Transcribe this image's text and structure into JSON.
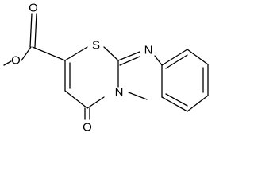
{
  "structure": {
    "atoms": {
      "ester_oxygen": "O",
      "carbonyl_oxygen": "O",
      "ring_sulfur": "S",
      "imine_nitrogen": "N",
      "ring_nitrogen": "N",
      "ketone_oxygen": "O"
    },
    "colors": {
      "bond": "#000000",
      "label": "#000000",
      "background": "#ffffff"
    }
  }
}
